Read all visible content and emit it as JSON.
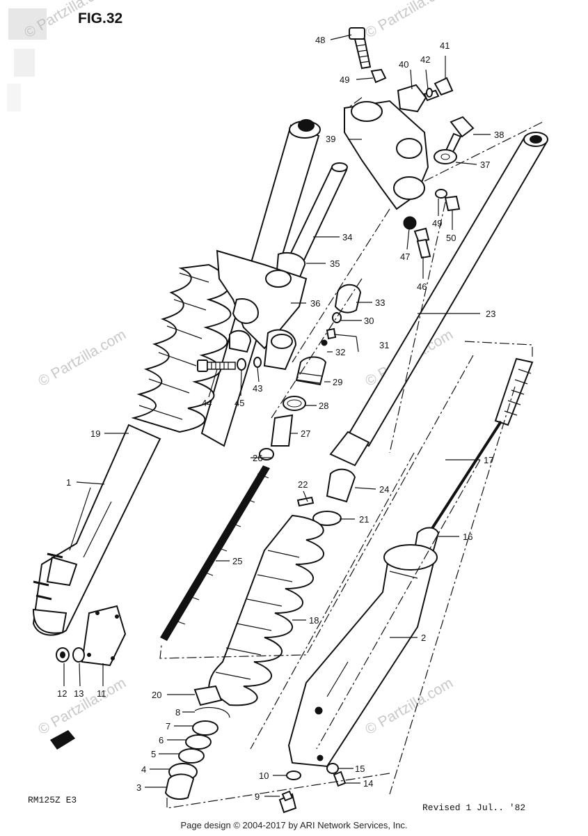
{
  "figure": {
    "title": "FIG.32"
  },
  "model_code": "RM125Z E3",
  "revision": "Revised 1 Jul.. '82",
  "watermark": "© Partzilla.com",
  "footer": "Page design © 2004-2017 by ARI Network Services, Inc.",
  "callouts": [
    "1",
    "2",
    "3",
    "4",
    "5",
    "6",
    "7",
    "8",
    "9",
    "10",
    "11",
    "12",
    "13",
    "14",
    "15",
    "16",
    "17",
    "18",
    "19",
    "20",
    "21",
    "22",
    "23",
    "24",
    "25",
    "26",
    "27",
    "28",
    "29",
    "30",
    "31",
    "32",
    "33",
    "34",
    "35",
    "36",
    "37",
    "38",
    "39",
    "40",
    "41",
    "42",
    "43",
    "44",
    "45",
    "46",
    "47",
    "48",
    "49",
    "49",
    "50"
  ],
  "colors": {
    "ink": "#111111",
    "paper": "#ffffff",
    "watermark": "#c8c8c8"
  }
}
